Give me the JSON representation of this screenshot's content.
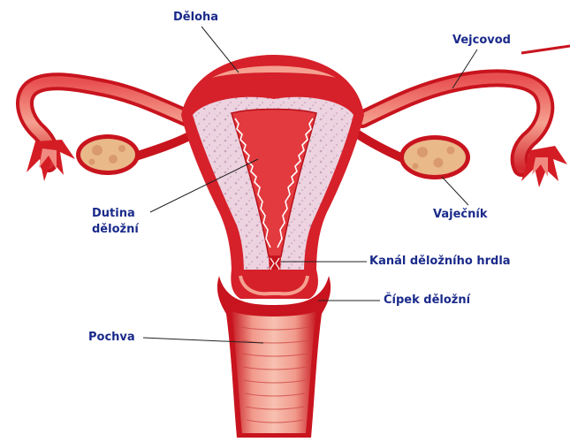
{
  "colors": {
    "label": "#1a2a8a",
    "tissue_dark": "#c8141e",
    "tissue_mid": "#e4393c",
    "tissue_light": "#f28a7a",
    "lining": "#e8c8d8",
    "ovary": "#eab98a",
    "leader": "#222222"
  },
  "labels": {
    "deloha": "Děloha",
    "vejcovod": "Vejcovod",
    "dutina_line1": "Dutina",
    "dutina_line2": "děložní",
    "vajecnik": "Vaječník",
    "kanal": "Kanál děložního hrdla",
    "cipek": "Čípek děložní",
    "pochva": "Pochva"
  }
}
